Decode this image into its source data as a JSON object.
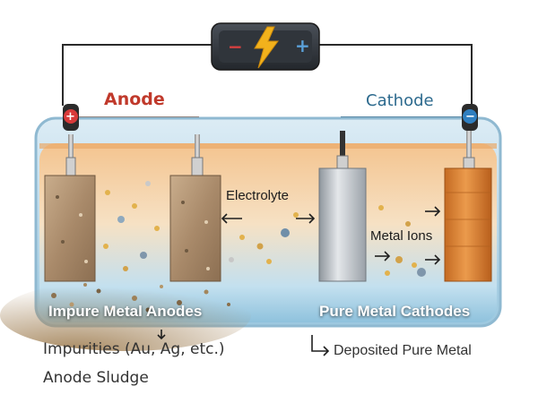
{
  "labels": {
    "anode": "Anode",
    "cathode": "Cathode",
    "electrolyte": "Electrolyte",
    "metal_ions": "Metal Ions",
    "impure_anodes": "Impure Metal Anodes",
    "pure_cathodes": "Pure Metal Cathodes",
    "impurities": "Impurities (Au, Ag, etc.)",
    "anode_sludge": "Anode Sludge",
    "deposited": "Deposited Pure Metal"
  },
  "battery": {
    "negative_sign": "−",
    "positive_sign": "+"
  },
  "terminals": {
    "positive": "+",
    "negative": "−"
  },
  "icons": {
    "battery": "battery-icon",
    "lightning": "lightning-bolt-icon",
    "arrow": "arrow-icon"
  },
  "colors": {
    "anode_red": "#c0392b",
    "cathode_blue": "#2d6a8e",
    "copper_cathode": "#d9822b",
    "electrolyte_orange": "#f2b77a",
    "electrolyte_blue": "#a9d3ea"
  }
}
